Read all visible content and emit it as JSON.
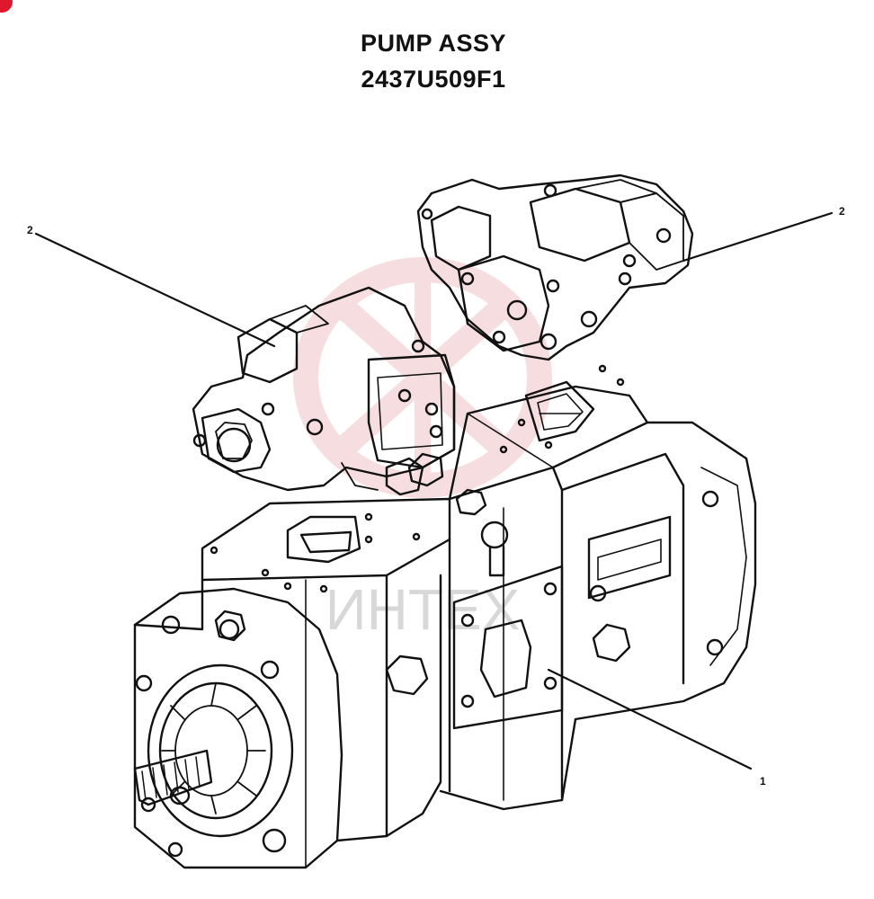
{
  "header": {
    "title": "PUMP ASSY",
    "part_number": "2437U509F1"
  },
  "callouts": [
    {
      "id": "main-pump",
      "label": "1"
    },
    {
      "id": "regulator-left",
      "label": "2"
    },
    {
      "id": "regulator-right",
      "label": "2"
    }
  ],
  "watermark": {
    "text": "ИНТЕХ",
    "color": "#e8a0a6"
  },
  "colors": {
    "line": "#111111",
    "background": "#ffffff",
    "brand_mark": "#e0182d"
  }
}
